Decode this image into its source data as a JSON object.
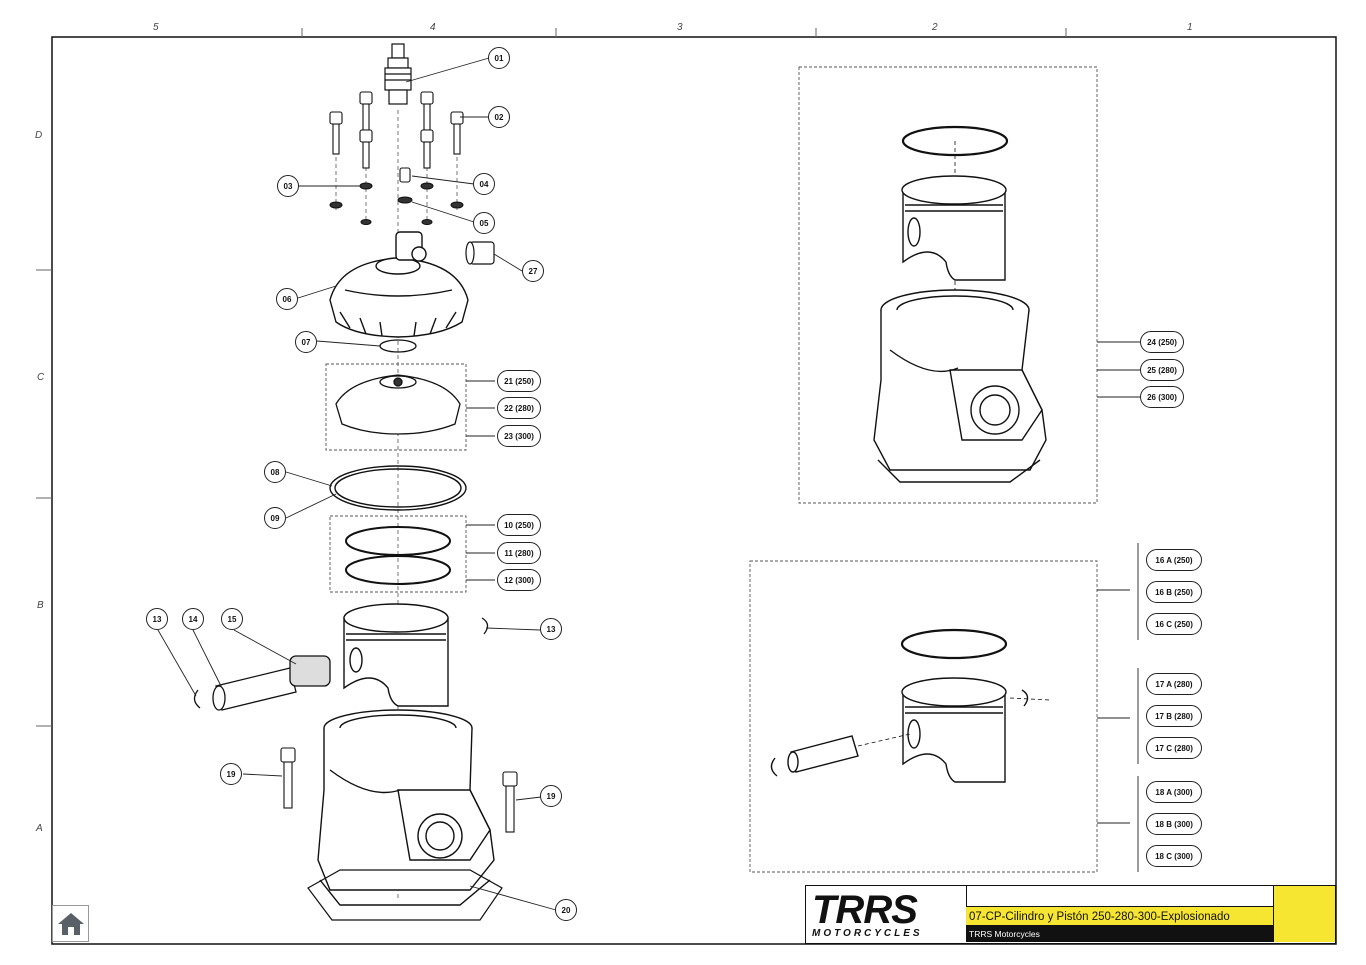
{
  "frame": {
    "column_labels": [
      "5",
      "4",
      "3",
      "2",
      "1"
    ],
    "row_labels": [
      "D",
      "C",
      "B",
      "A"
    ]
  },
  "callouts": {
    "c01": "01",
    "c02": "02",
    "c03": "03",
    "c04": "04",
    "c05": "05",
    "c06": "06",
    "c07": "07",
    "c08": "08",
    "c09": "09",
    "c27": "27",
    "c21": "21 (250)",
    "c22": "22 (280)",
    "c23": "23 (300)",
    "c10": "10 (250)",
    "c11": "11 (280)",
    "c12": "12 (300)",
    "c13a": "13",
    "c14": "14",
    "c15": "15",
    "c13b": "13",
    "c19a": "19",
    "c19b": "19",
    "c20": "20",
    "c24": "24 (250)",
    "c25": "25 (280)",
    "c26": "26 (300)",
    "c16a": "16 A (250)",
    "c16b": "16 B (250)",
    "c16c": "16 C (250)",
    "c17a": "17 A (280)",
    "c17b": "17 B (280)",
    "c17c": "17 C (280)",
    "c18a": "18 A (300)",
    "c18b": "18 B (300)",
    "c18c": "18 C (300)"
  },
  "title_block": {
    "logo_text": "TRRS",
    "logo_subtext": "MOTORCYCLES",
    "drawing_title": "07-CP-Cilindro y Pistón 250-280-300-Explosionado",
    "company": "TRRS Motorcycles"
  },
  "colors": {
    "accent_yellow": "#f6e531",
    "ink": "#111111"
  },
  "icons": {
    "home": "home-icon"
  }
}
